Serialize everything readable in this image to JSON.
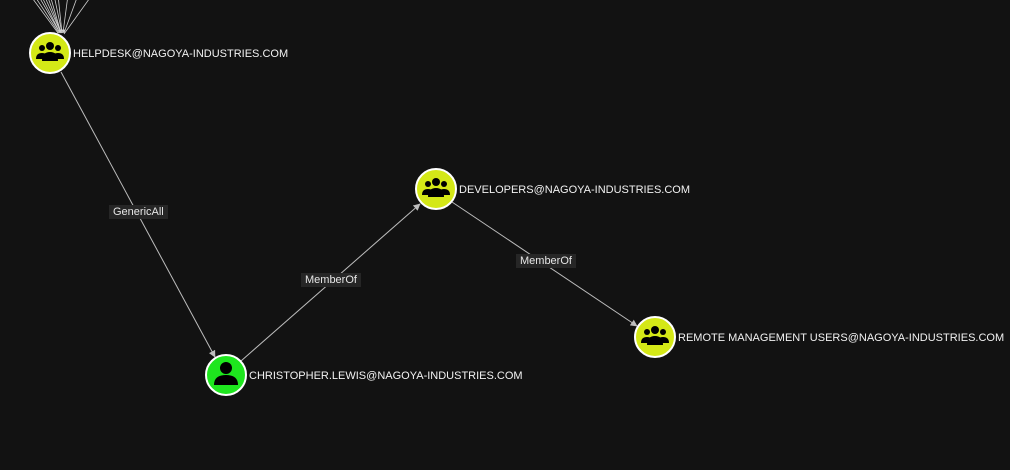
{
  "nodes": [
    {
      "id": "helpdesk",
      "type": "group",
      "icon": "group-icon",
      "label": "HELPDESK@NAGOYA-INDUSTRIES.COM",
      "color": "#d4e817"
    },
    {
      "id": "developers",
      "type": "group",
      "icon": "group-icon",
      "label": "DEVELOPERS@NAGOYA-INDUSTRIES.COM",
      "color": "#d4e817"
    },
    {
      "id": "remote_mgmt",
      "type": "group",
      "icon": "group-icon",
      "label": "REMOTE MANAGEMENT USERS@NAGOYA-INDUSTRIES.COM",
      "color": "#d4e817"
    },
    {
      "id": "christopher",
      "type": "user",
      "icon": "user-icon",
      "label": "CHRISTOPHER.LEWIS@NAGOYA-INDUSTRIES.COM",
      "color": "#1ee61e"
    }
  ],
  "edges": [
    {
      "from": "helpdesk",
      "to": "christopher",
      "label": "GenericAll"
    },
    {
      "from": "christopher",
      "to": "developers",
      "label": "MemberOf"
    },
    {
      "from": "developers",
      "to": "remote_mgmt",
      "label": "MemberOf"
    }
  ],
  "colors": {
    "background": "#121212",
    "edge": "#bdbdbd",
    "node_border": "#ffffff",
    "edge_label_bg": "#262626"
  }
}
